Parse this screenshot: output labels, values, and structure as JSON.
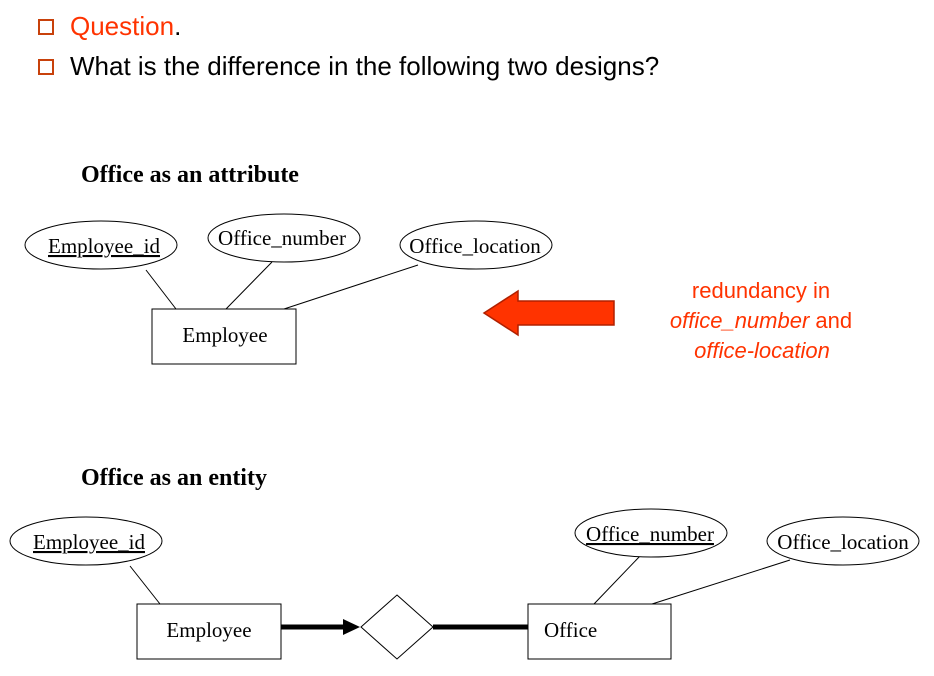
{
  "bullets": [
    {
      "text": "Question",
      "suffix": "."
    },
    {
      "text": "What is the difference in the following two designs?"
    }
  ],
  "design1": {
    "title": "Office as an attribute",
    "entity": "Employee",
    "attributes": [
      "Employee_id",
      "Office_number",
      "Office_location"
    ]
  },
  "design2": {
    "title": "Office as an entity",
    "entities": [
      "Employee",
      "Office"
    ],
    "attributes": [
      "Employee_id",
      "Office_number",
      "Office_location"
    ]
  },
  "note": {
    "line1": "redundancy in",
    "line2_italic": "office_number",
    "line2_rest": " and",
    "line3_italic": "office-location"
  },
  "colors": {
    "accent": "#ff3300",
    "checkbox": "#c8410b",
    "arrow_fill": "#ff3300",
    "arrow_stroke": "#b02000"
  }
}
